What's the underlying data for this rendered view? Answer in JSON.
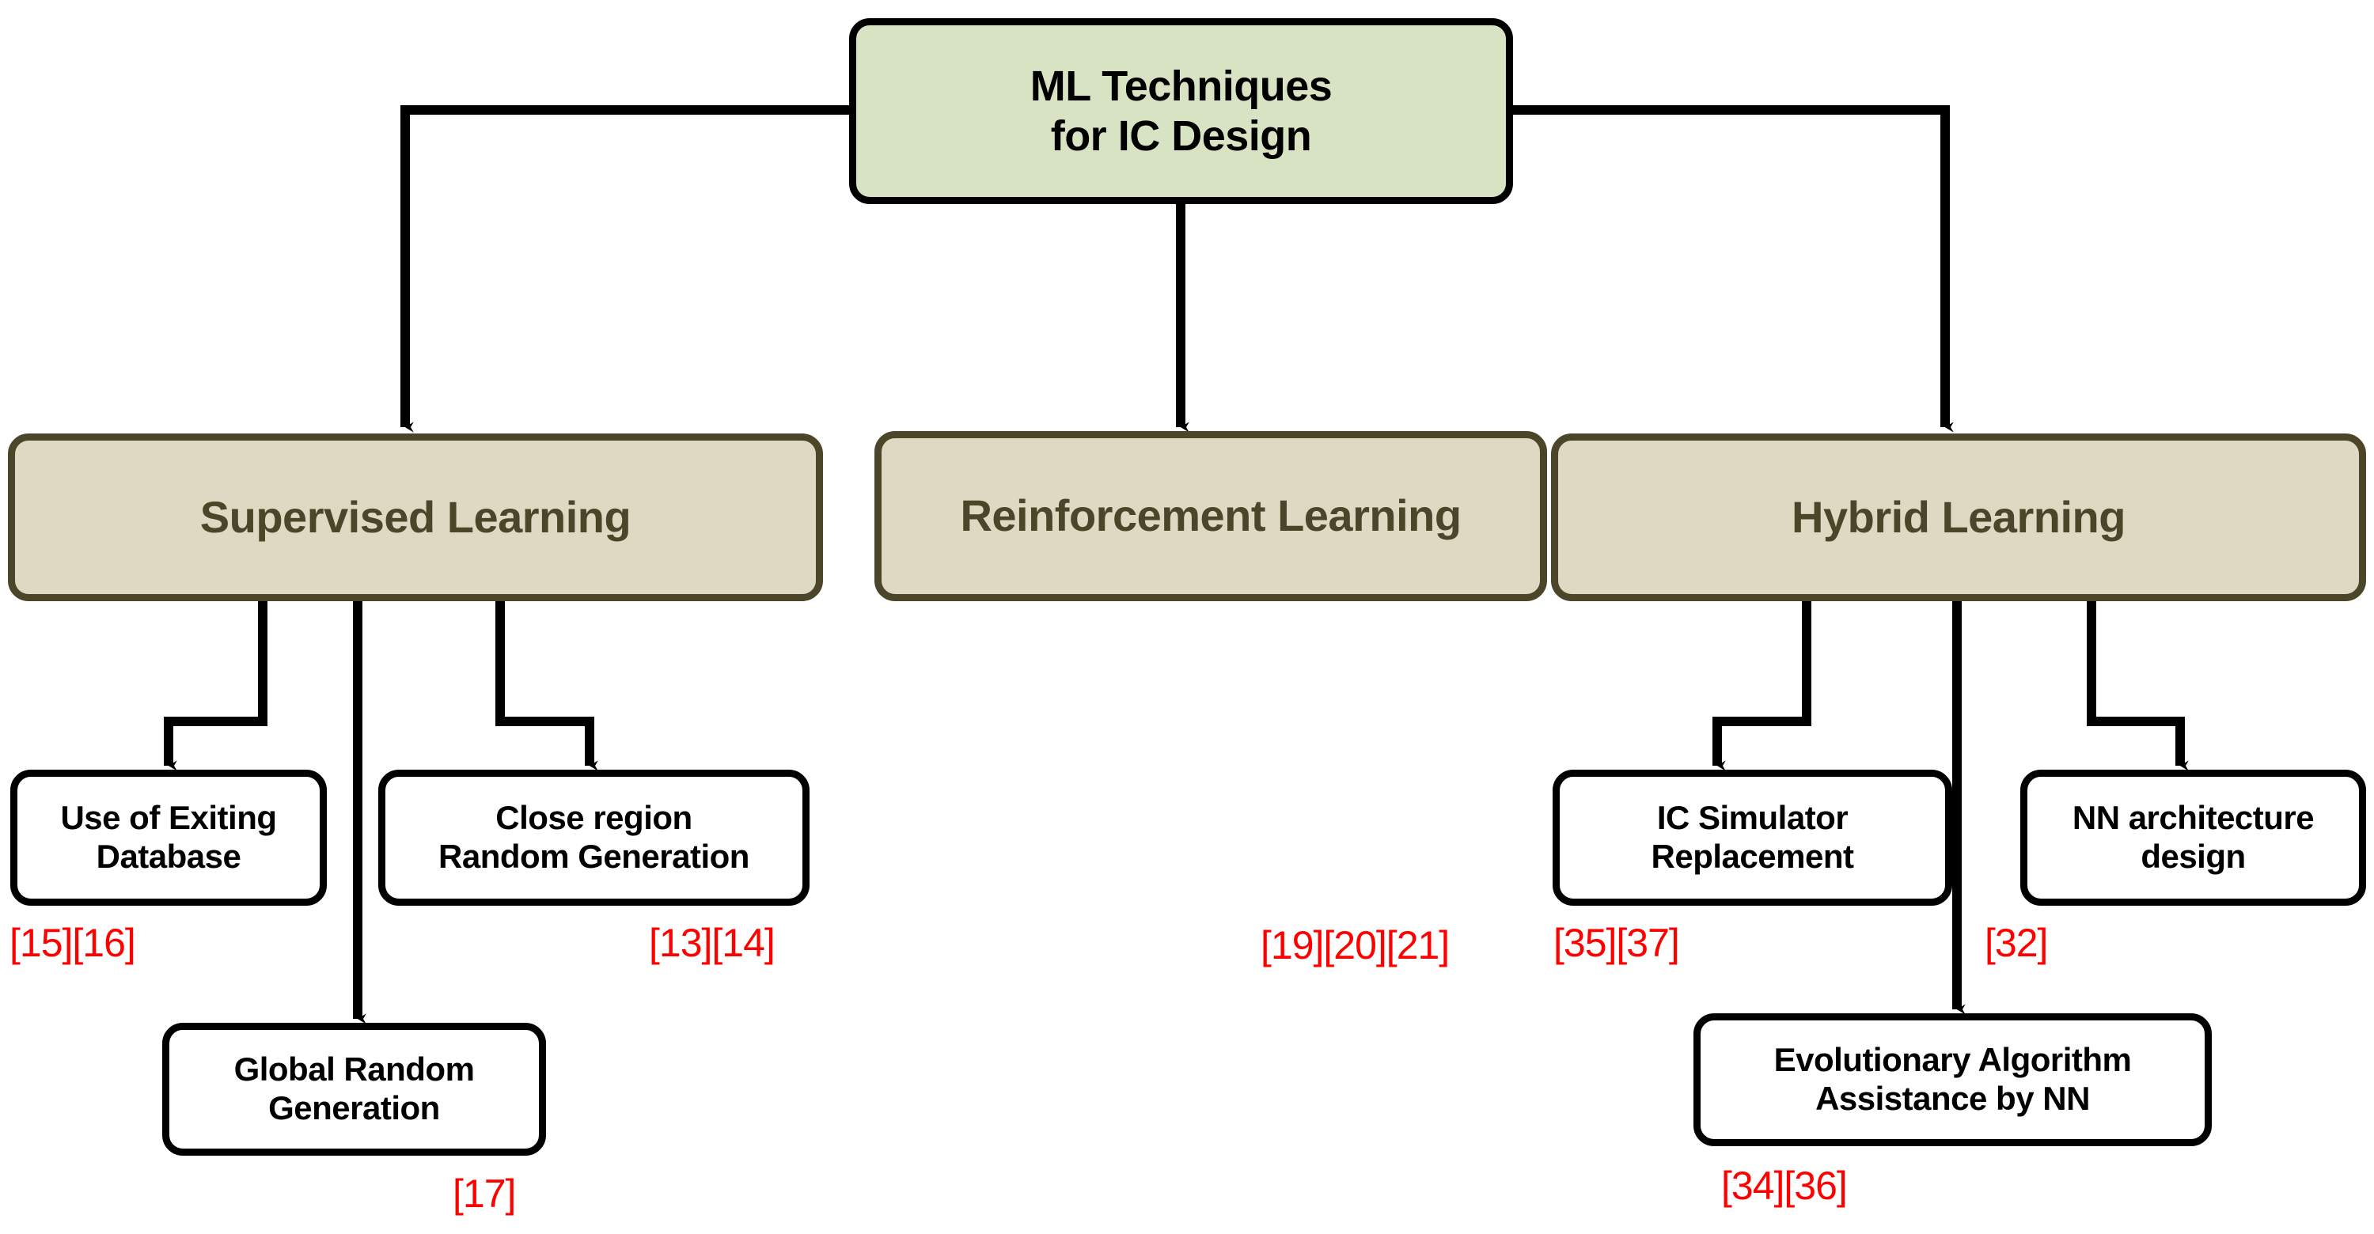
{
  "diagram": {
    "title": "ML Techniques for IC Design taxonomy",
    "colors": {
      "root_fill": "#d7e3c2",
      "root_border": "#000000",
      "level2_fill": "#ddd9c3",
      "level2_border": "#4b452a",
      "level2_text": "#4b452a",
      "leaf_fill": "#ffffff",
      "leaf_border": "#000000",
      "citation_text": "#ff0000",
      "edge": "#000000",
      "background": "#ffffff"
    },
    "nodes": {
      "root": {
        "label": "ML Techniques\nfor IC Design"
      },
      "supervised": {
        "label": "Supervised Learning"
      },
      "reinforcement": {
        "label": "Reinforcement Learning"
      },
      "hybrid": {
        "label": "Hybrid Learning"
      },
      "use_existing_db": {
        "label": "Use of Exiting\nDatabase"
      },
      "close_region": {
        "label": "Close region\nRandom Generation"
      },
      "global_random": {
        "label": "Global Random\nGeneration"
      },
      "ic_simulator": {
        "label": "IC Simulator\nReplacement"
      },
      "nn_architecture": {
        "label": "NN architecture\ndesign"
      },
      "evolutionary": {
        "label": "Evolutionary Algorithm\nAssistance by NN"
      }
    },
    "citations": {
      "reinforcement": "[19][20][21]",
      "use_existing_db": "[15][16]",
      "close_region": "[13][14]",
      "global_random": "[17]",
      "ic_simulator": "[35][37]",
      "nn_architecture": "[32]",
      "evolutionary": "[34][36]"
    }
  }
}
